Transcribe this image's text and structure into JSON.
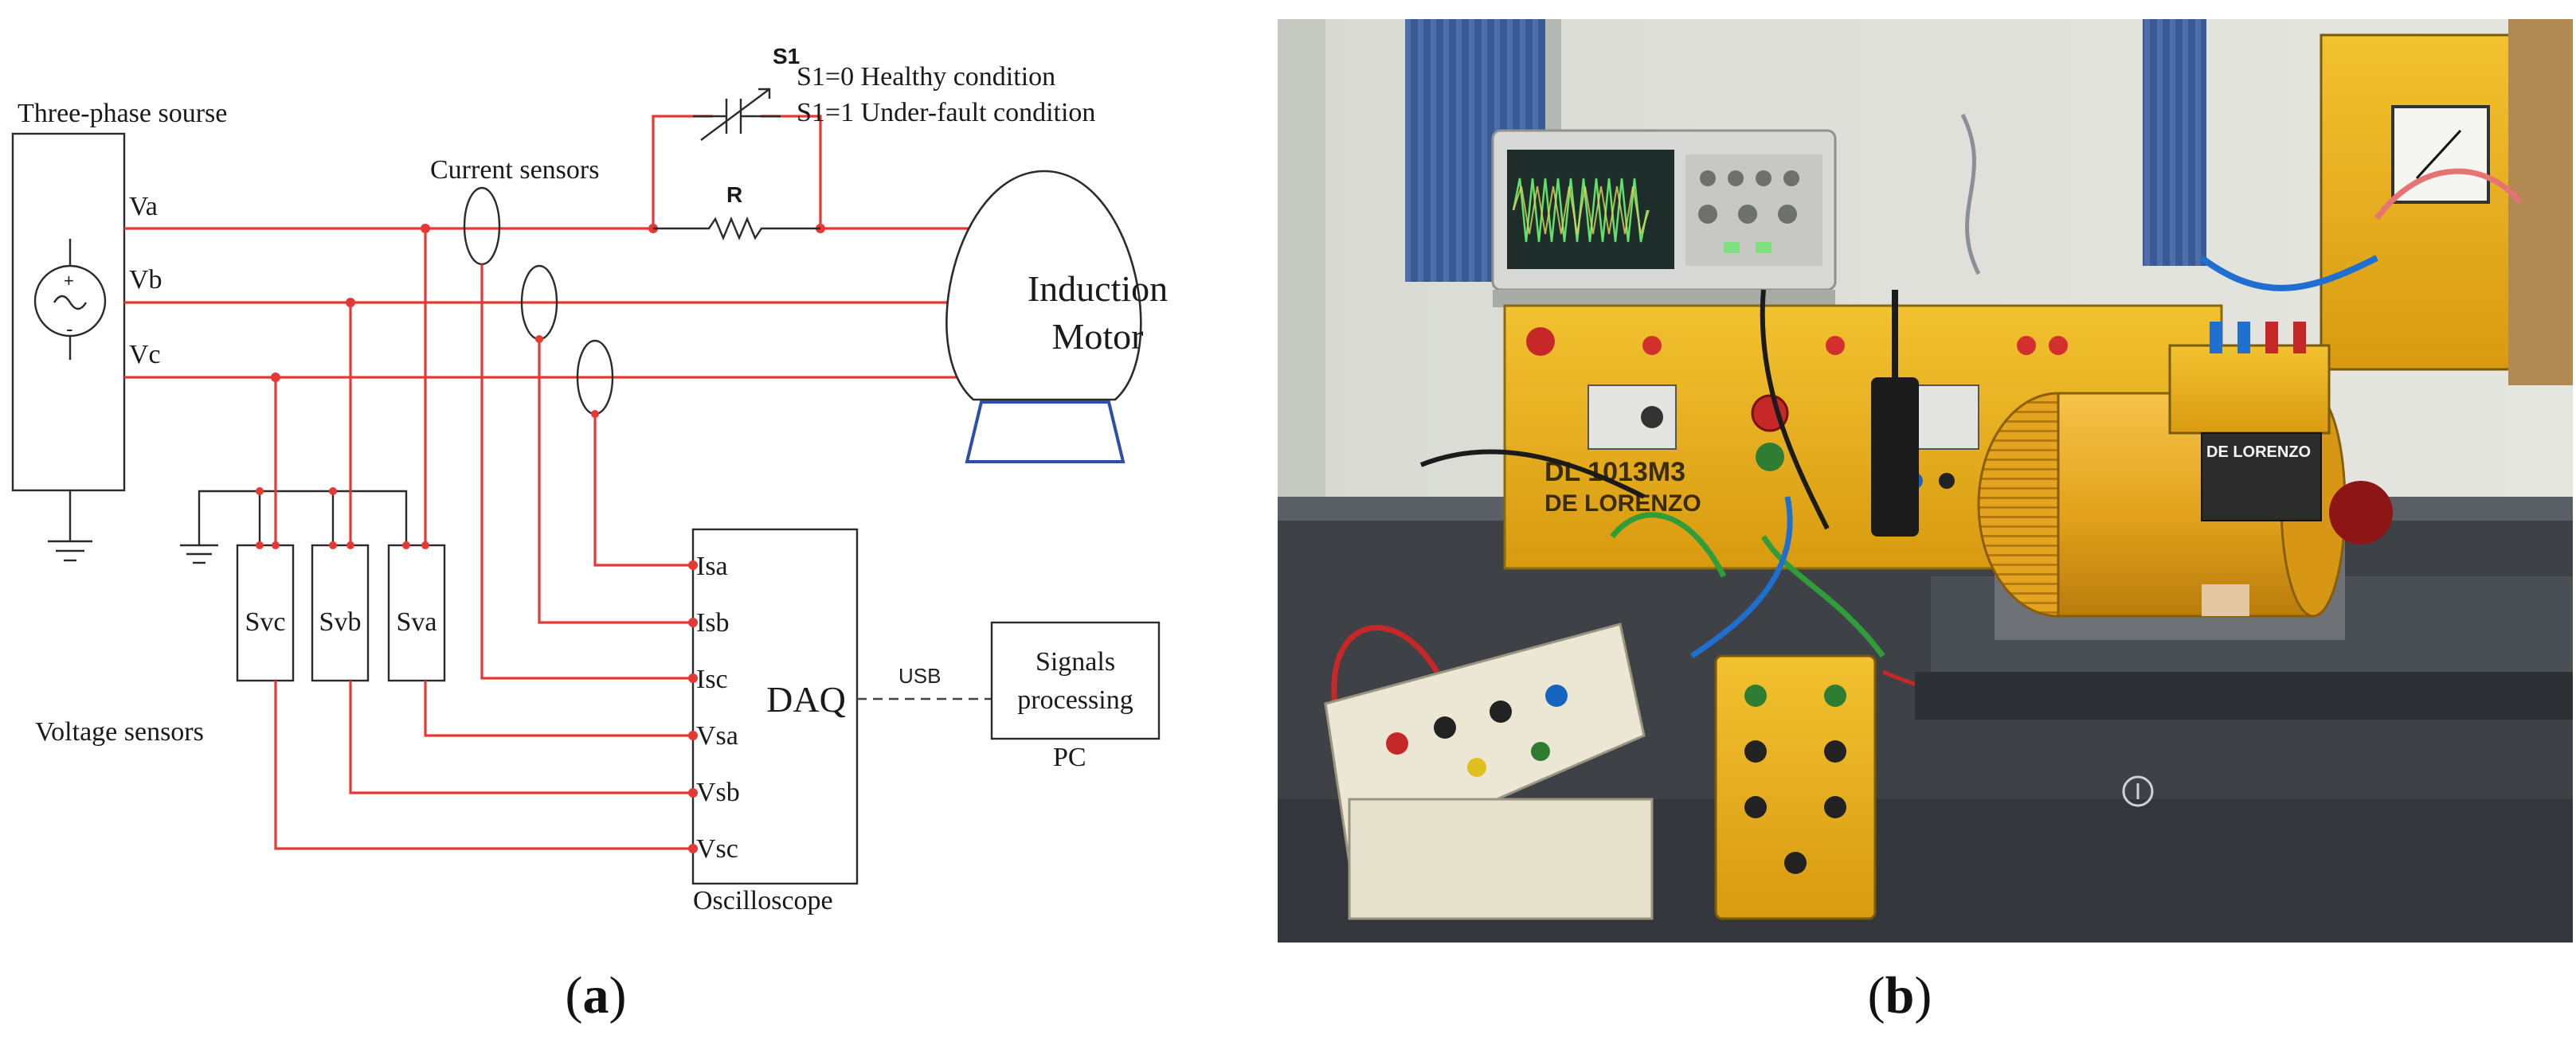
{
  "panel_a": {
    "caption_prefix": "(",
    "caption_letter": "a",
    "caption_suffix": ")",
    "source_label": "Three-phase sourse",
    "phase_a": "Va",
    "phase_b": "Vb",
    "phase_c": "Vc",
    "switch_label": "S1",
    "switch_state_0": "S1=0 Healthy condition",
    "switch_state_1": "S1=1 Under-fault condition",
    "resistor_label": "R",
    "current_sensors_label": "Current sensors",
    "motor_line1": "Induction",
    "motor_line2": "Motor",
    "sensor_c": "Svc",
    "sensor_b": "Svb",
    "sensor_a": "Sva",
    "voltage_sensors_label": "Voltage sensors",
    "daq_label": "DAQ",
    "daq_inputs": [
      "Isa",
      "Isb",
      "Isc",
      "Vsa",
      "Vsb",
      "Vsc"
    ],
    "oscilloscope_label": "Oscilloscope",
    "usb_label": "USB",
    "pc_box_line1": "Signals",
    "pc_box_line2": "processing",
    "pc_label": "PC",
    "wire_color": "#e53935",
    "motor_base_color": "#2e4ea8"
  },
  "panel_b": {
    "caption_prefix": "(",
    "caption_letter": "b",
    "caption_suffix": ")",
    "panel_brand": "DE LORENZO",
    "panel_model": "DL 1013M3",
    "motor_brand": "DE LORENZO"
  }
}
